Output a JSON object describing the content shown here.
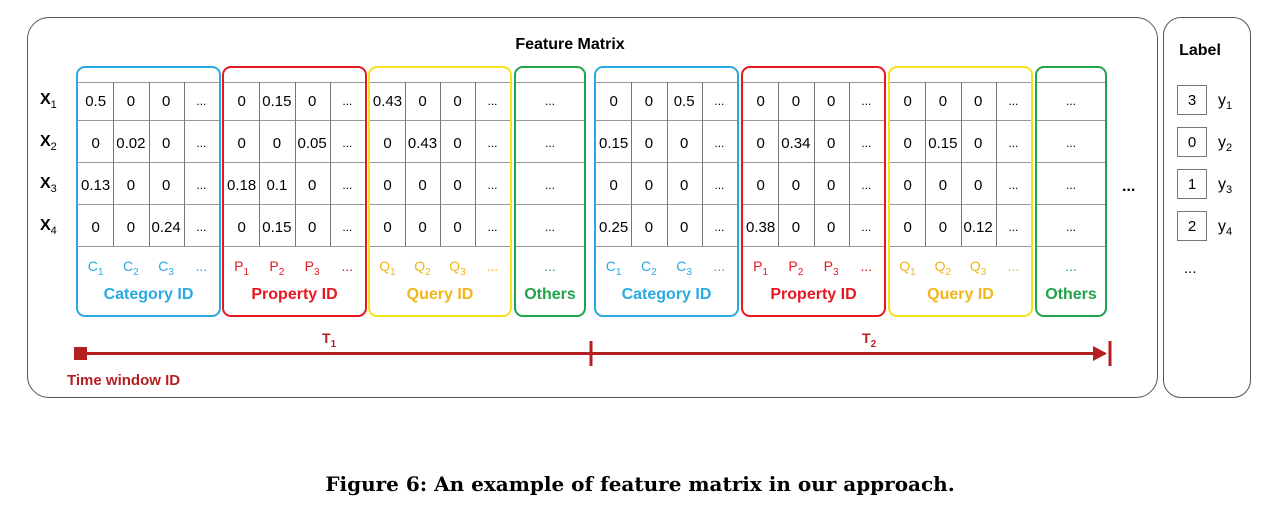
{
  "title": "Feature Matrix",
  "label_title": "Label",
  "rows": [
    {
      "name": "X",
      "sub": "1",
      "label": "3",
      "y": "y",
      "ysub": "1"
    },
    {
      "name": "X",
      "sub": "2",
      "label": "0",
      "y": "y",
      "ysub": "2"
    },
    {
      "name": "X",
      "sub": "3",
      "label": "1",
      "y": "y",
      "ysub": "3"
    },
    {
      "name": "X",
      "sub": "4",
      "label": "2",
      "y": "y",
      "ysub": "4"
    }
  ],
  "label_more": "...",
  "between_more": "...",
  "colors": {
    "category": "#29a9e1",
    "property": "#e8161f",
    "query": "#f5e21a",
    "others": "#21a34a",
    "category_text": "#29a9e1",
    "property_text": "#e8161f",
    "query_text": "#f2b51a",
    "others_text": "#21a34a",
    "time": "#b51f22"
  },
  "groups": [
    {
      "kind": "category",
      "name": "Category ID",
      "syms": [
        [
          "C",
          "1"
        ],
        [
          "C",
          "2"
        ],
        [
          "C",
          "3"
        ],
        [
          "...",
          ""
        ]
      ],
      "values": [
        [
          "0.5",
          "0",
          "0",
          "..."
        ],
        [
          "0",
          "0.02",
          "0",
          "..."
        ],
        [
          "0.13",
          "0",
          "0",
          "..."
        ],
        [
          "0",
          "0",
          "0.24",
          "..."
        ]
      ]
    },
    {
      "kind": "property",
      "name": "Property ID",
      "syms": [
        [
          "P",
          "1"
        ],
        [
          "P",
          "2"
        ],
        [
          "P",
          "3"
        ],
        [
          "...",
          ""
        ]
      ],
      "values": [
        [
          "0",
          "0.15",
          "0",
          "..."
        ],
        [
          "0",
          "0",
          "0.05",
          "..."
        ],
        [
          "0.18",
          "0.1",
          "0",
          "..."
        ],
        [
          "0",
          "0.15",
          "0",
          "..."
        ]
      ]
    },
    {
      "kind": "query",
      "name": "Query ID",
      "syms": [
        [
          "Q",
          "1"
        ],
        [
          "Q",
          "2"
        ],
        [
          "Q",
          "3"
        ],
        [
          "...",
          ""
        ]
      ],
      "values": [
        [
          "0.43",
          "0",
          "0",
          "..."
        ],
        [
          "0",
          "0.43",
          "0",
          "..."
        ],
        [
          "0",
          "0",
          "0",
          "..."
        ],
        [
          "0",
          "0",
          "0",
          "..."
        ]
      ]
    },
    {
      "kind": "others",
      "name": "Others",
      "syms": [
        [
          "...",
          ""
        ]
      ],
      "values": [
        [
          "..."
        ],
        [
          "..."
        ],
        [
          "..."
        ],
        [
          "..."
        ]
      ]
    },
    {
      "kind": "category",
      "name": "Category ID",
      "syms": [
        [
          "C",
          "1"
        ],
        [
          "C",
          "2"
        ],
        [
          "C",
          "3"
        ],
        [
          "...",
          ""
        ]
      ],
      "values": [
        [
          "0",
          "0",
          "0.5",
          "..."
        ],
        [
          "0.15",
          "0",
          "0",
          "..."
        ],
        [
          "0",
          "0",
          "0",
          "..."
        ],
        [
          "0.25",
          "0",
          "0",
          "..."
        ]
      ]
    },
    {
      "kind": "property",
      "name": "Property ID",
      "syms": [
        [
          "P",
          "1"
        ],
        [
          "P",
          "2"
        ],
        [
          "P",
          "3"
        ],
        [
          "...",
          ""
        ]
      ],
      "values": [
        [
          "0",
          "0",
          "0",
          "..."
        ],
        [
          "0",
          "0.34",
          "0",
          "..."
        ],
        [
          "0",
          "0",
          "0",
          "..."
        ],
        [
          "0.38",
          "0",
          "0",
          "..."
        ]
      ]
    },
    {
      "kind": "query",
      "name": "Query ID",
      "syms": [
        [
          "Q",
          "1"
        ],
        [
          "Q",
          "2"
        ],
        [
          "Q",
          "3"
        ],
        [
          "...",
          ""
        ]
      ],
      "values": [
        [
          "0",
          "0",
          "0",
          "..."
        ],
        [
          "0",
          "0.15",
          "0",
          "..."
        ],
        [
          "0",
          "0",
          "0",
          "..."
        ],
        [
          "0",
          "0",
          "0.12",
          "..."
        ]
      ]
    },
    {
      "kind": "others",
      "name": "Others",
      "syms": [
        [
          "...",
          ""
        ]
      ],
      "values": [
        [
          "..."
        ],
        [
          "..."
        ],
        [
          "..."
        ],
        [
          "..."
        ]
      ]
    }
  ],
  "timeline": {
    "t1": "T",
    "t1sub": "1",
    "t2": "T",
    "t2sub": "2",
    "label": "Time window ID"
  },
  "caption": "Figure 6: An example of feature matrix in our approach."
}
